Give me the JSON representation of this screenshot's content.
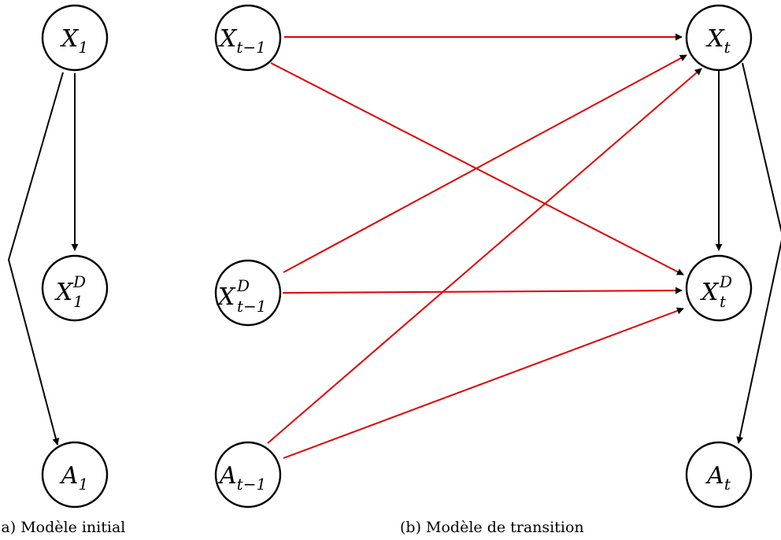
{
  "colors": {
    "base_edge": "#000000",
    "temporal_edge": "#e00000"
  },
  "initial_model": {
    "caption": "(a) Modèle initial",
    "nodes": {
      "x1": {
        "main": "X",
        "sub": "1",
        "sup": ""
      },
      "x1d": {
        "main": "X",
        "sub": "1",
        "sup": "D"
      },
      "a1": {
        "main": "A",
        "sub": "1",
        "sup": ""
      }
    }
  },
  "transition_model": {
    "caption": "(b) Modèle de transition",
    "nodes": {
      "xtm1": {
        "main": "X",
        "sub": "t−1",
        "sup": ""
      },
      "xtm1d": {
        "main": "X",
        "sub": "t−1",
        "sup": "D"
      },
      "atm1": {
        "main": "A",
        "sub": "t−1",
        "sup": ""
      },
      "xt": {
        "main": "X",
        "sub": "t",
        "sup": ""
      },
      "xtd": {
        "main": "X",
        "sub": "t",
        "sup": "D"
      },
      "at": {
        "main": "A",
        "sub": "t",
        "sup": ""
      }
    }
  }
}
